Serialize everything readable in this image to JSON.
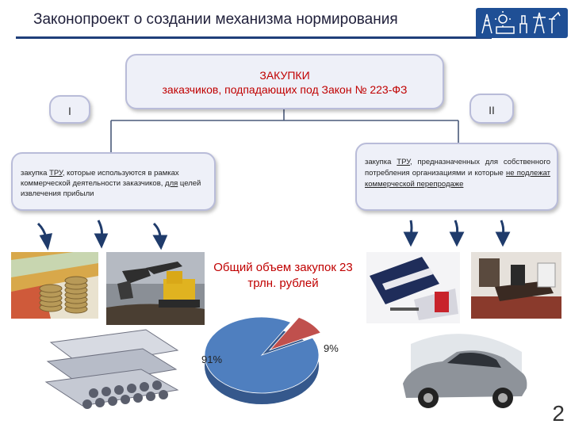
{
  "header": {
    "title": "Законопроект о создании механизма нормирования"
  },
  "main_box": {
    "line1": "ЗАКУПКИ",
    "line2": "заказчиков, подпадающих под Закон № 223-ФЗ"
  },
  "branches": [
    {
      "roman": "I",
      "parts": [
        "закупка ",
        "ТРУ",
        ", которые используются в рамках коммерческой деятельности заказчиков, ",
        "для",
        " целей извлечения прибыли"
      ]
    },
    {
      "roman": "II",
      "parts": [
        "закупка ",
        "ТРУ",
        ", предназначенных для собственного потребления организациями и которые ",
        "не подлежат коммерческой перепродаже"
      ]
    }
  ],
  "pie": {
    "title": "Общий объем закупок 23 трлн. рублей",
    "big_label": "91%",
    "small_label": "9%",
    "colors": {
      "big": "#4f7fbf",
      "small": "#c0504d"
    }
  },
  "chart_data": {
    "type": "pie",
    "title": "Общий объем закупок 23 трлн. рублей",
    "values": [
      91,
      9
    ],
    "labels": [
      "91%",
      "9%"
    ]
  },
  "page": {
    "number": "2"
  },
  "colors": {
    "accent_red": "#c00000",
    "header_line": "#1f3f7a",
    "box_fill": "#eef0f8",
    "arrow": "#1f3b6b"
  },
  "images": [
    "coins-photo",
    "excavator-photo",
    "steel-pipes-photo",
    "office-supplies-photo",
    "office-desk-photo",
    "car-photo"
  ]
}
